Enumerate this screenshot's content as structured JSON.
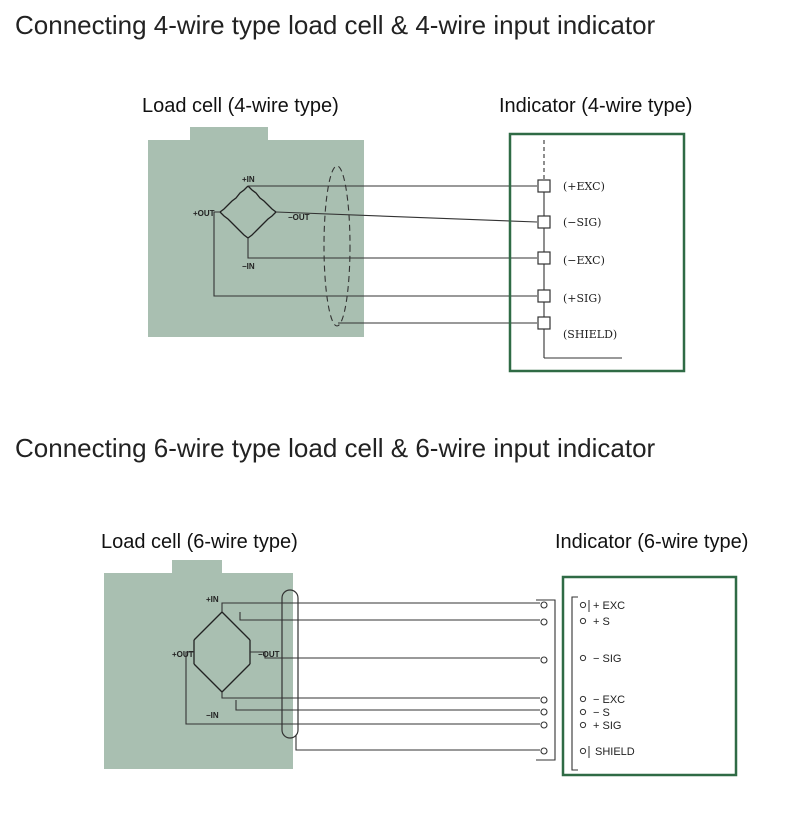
{
  "headings": {
    "four_wire": "Connecting 4-wire type load cell & 4-wire input indicator",
    "six_wire": "Connecting 6-wire type load cell & 6-wire input indicator"
  },
  "diagram_4wire": {
    "load_cell_label": "Load cell (4-wire type)",
    "indicator_label": "Indicator (4-wire type)",
    "bridge_labels": {
      "plus_in": "+IN",
      "minus_in": "−IN",
      "plus_out": "+OUT",
      "minus_out": "−OUT"
    },
    "terminals": [
      "(+EXC)",
      "(−SIG)",
      "(−EXC)",
      "(+SIG)",
      "(SHIELD)"
    ]
  },
  "diagram_6wire": {
    "load_cell_label": "Load cell (6-wire type)",
    "indicator_label": "Indicator (6-wire type)",
    "bridge_labels": {
      "plus_in": "+IN",
      "minus_in": "−IN",
      "plus_out": "+OUT",
      "minus_out": "−OUT"
    },
    "terminals": [
      "+ EXC",
      "+ S",
      "− SIG",
      "− EXC",
      "− S",
      "+ SIG",
      "SHIELD"
    ]
  },
  "colors": {
    "load_cell_fill": "#a9bfb1",
    "indicator_border": "#2f6b45",
    "wire": "#333333"
  }
}
